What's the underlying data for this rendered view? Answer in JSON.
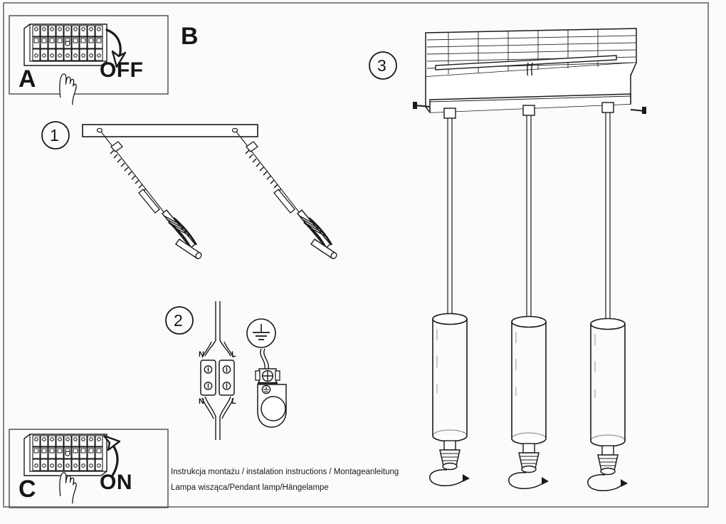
{
  "document": {
    "type": "installation-instruction-sheet",
    "ink_color": "#1a1a1a",
    "background_color": "#fbfbfa",
    "page_border_color": "#555555"
  },
  "panels": {
    "a": {
      "letter": "A",
      "state_label": "OFF",
      "arrow": "curved-arrow-down",
      "subject": "circuit-breaker-panel"
    },
    "b": {
      "letter": "B"
    },
    "c": {
      "letter": "C",
      "state_label": "ON",
      "arrow": "curved-arrow-up",
      "subject": "circuit-breaker-panel"
    }
  },
  "steps": [
    {
      "number": "1",
      "subject": "mounting-bar-with-screws-and-wall-plugs"
    },
    {
      "number": "2",
      "subject": "terminal-block-wiring"
    },
    {
      "number": "3",
      "subject": "ceiling-mount-assembly"
    }
  ],
  "wiring": {
    "terminal_top_left": "N",
    "terminal_top_right": "L",
    "terminal_bottom_left": "N",
    "terminal_bottom_right": "L",
    "earth_symbol": "earth-ground-symbol",
    "earth_clamp": "earth-clamp-ring-lug"
  },
  "lamp": {
    "shade_count": 3,
    "shade_shape": "cylinder",
    "bulb_type": "reflector-bulb",
    "rotation_arrow": "curved-arrow-loop"
  },
  "caption": {
    "line1": "Instrukcja montażu / instalation instructions / Montageanleitung",
    "line2": "Lampa wisząca/Pendant lamp/Hängelampe"
  }
}
